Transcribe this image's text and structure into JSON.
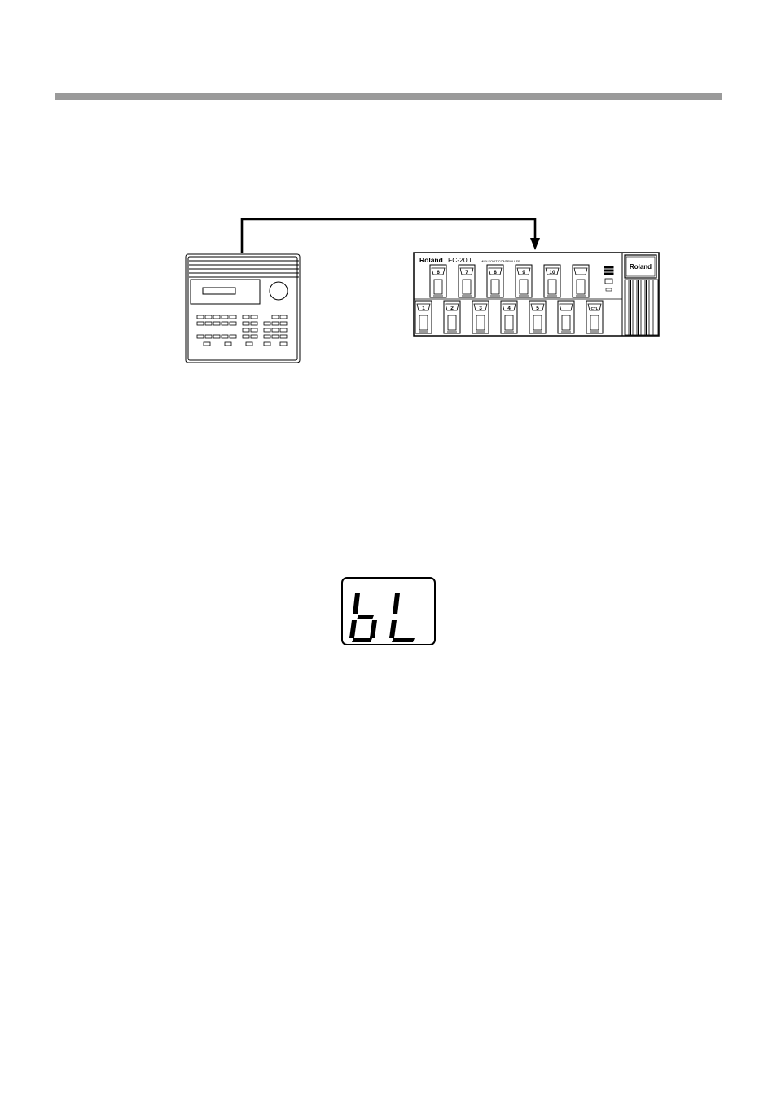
{
  "header": {
    "rule_color": "#9a9a9a"
  },
  "sequencer": {
    "name": "sequencer-unit"
  },
  "foot_controller": {
    "brand": "Roland",
    "model": "FC-200",
    "subtitle": "MIDI FOOT CONTROLLER",
    "top_row_pedals": [
      "6",
      "7",
      "8",
      "9",
      "10",
      ""
    ],
    "bottom_row_pedals": [
      "1",
      "2",
      "3",
      "4",
      "5",
      "",
      "CTL"
    ],
    "panel_brand": "Roland"
  },
  "display": {
    "text": "bL"
  }
}
